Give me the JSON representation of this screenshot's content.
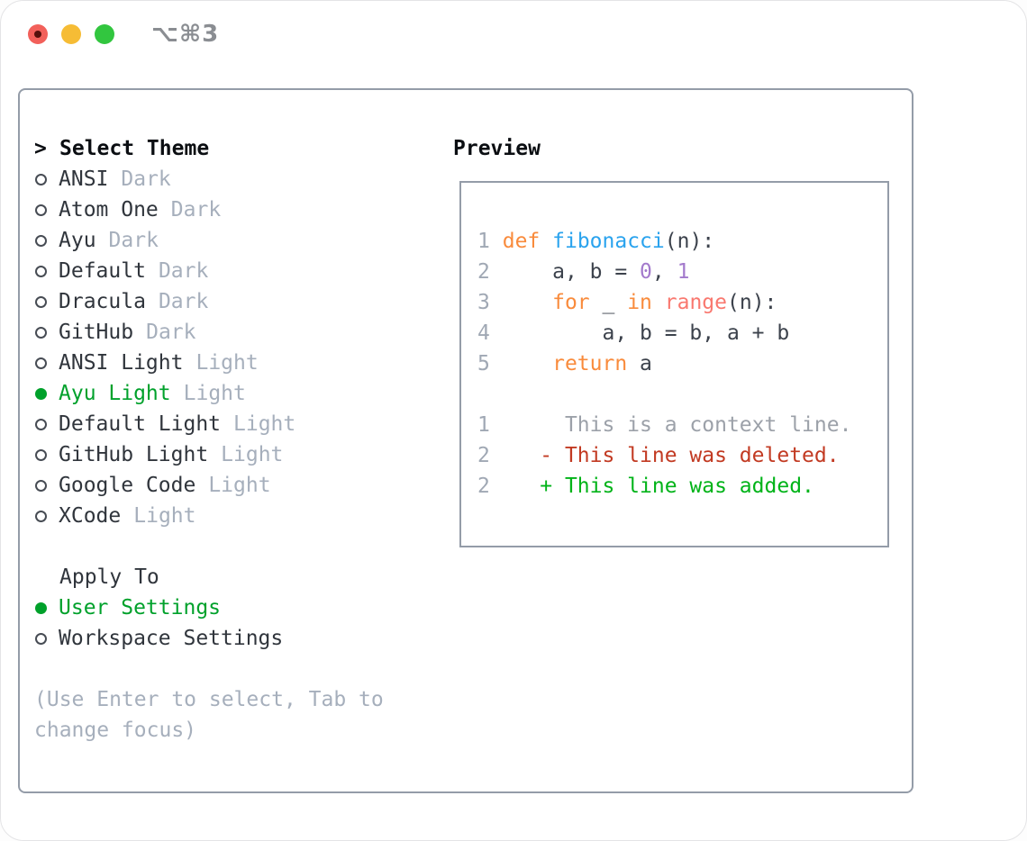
{
  "window": {
    "title": "⌥⌘3"
  },
  "titlebar": {
    "buttons": [
      {
        "name": "close",
        "color": "#F2605A",
        "dot_color": "#55100B"
      },
      {
        "name": "minimize",
        "color": "#F6BC35"
      },
      {
        "name": "zoom",
        "color": "#32C63F"
      }
    ]
  },
  "theme_panel": {
    "header": {
      "prefix": ">",
      "label": "Select Theme"
    },
    "themes": [
      {
        "name": "ANSI",
        "variant": "Dark",
        "selected": false
      },
      {
        "name": "Atom One",
        "variant": "Dark",
        "selected": false
      },
      {
        "name": "Ayu",
        "variant": "Dark",
        "selected": false
      },
      {
        "name": "Default",
        "variant": "Dark",
        "selected": false
      },
      {
        "name": "Dracula",
        "variant": "Dark",
        "selected": false
      },
      {
        "name": "GitHub",
        "variant": "Dark",
        "selected": false
      },
      {
        "name": "ANSI Light",
        "variant": "Light",
        "selected": false
      },
      {
        "name": "Ayu Light",
        "variant": "Light",
        "selected": true
      },
      {
        "name": "Default Light",
        "variant": "Light",
        "selected": false
      },
      {
        "name": "GitHub Light",
        "variant": "Light",
        "selected": false
      },
      {
        "name": "Google Code",
        "variant": "Light",
        "selected": false
      },
      {
        "name": "XCode",
        "variant": "Light",
        "selected": false
      }
    ],
    "apply_to": {
      "label": "Apply To",
      "options": [
        {
          "name": "User Settings",
          "selected": true
        },
        {
          "name": "Workspace Settings",
          "selected": false
        }
      ]
    },
    "help_line1": "(Use Enter to select, Tab to",
    "help_line2": "change focus)"
  },
  "preview": {
    "label": "Preview",
    "lines": [
      {
        "segments": [
          {
            "c": "ln",
            "t": "1"
          },
          {
            "c": "code",
            "t": " "
          },
          {
            "c": "kw",
            "t": "def"
          },
          {
            "c": "code",
            "t": " "
          },
          {
            "c": "fn",
            "t": "fibonacci"
          },
          {
            "c": "code",
            "t": "(n):"
          }
        ]
      },
      {
        "segments": [
          {
            "c": "ln",
            "t": "2"
          },
          {
            "c": "code",
            "t": "     a, b = "
          },
          {
            "c": "num",
            "t": "0"
          },
          {
            "c": "code",
            "t": ", "
          },
          {
            "c": "num",
            "t": "1"
          }
        ]
      },
      {
        "segments": [
          {
            "c": "ln",
            "t": "3"
          },
          {
            "c": "code",
            "t": "     "
          },
          {
            "c": "kw",
            "t": "for"
          },
          {
            "c": "code",
            "t": " _ "
          },
          {
            "c": "kw",
            "t": "in"
          },
          {
            "c": "code",
            "t": " "
          },
          {
            "c": "call",
            "t": "range"
          },
          {
            "c": "code",
            "t": "(n):"
          }
        ]
      },
      {
        "segments": [
          {
            "c": "ln",
            "t": "4"
          },
          {
            "c": "code",
            "t": "         a, b = b, a + b"
          }
        ]
      },
      {
        "segments": [
          {
            "c": "ln",
            "t": "5"
          },
          {
            "c": "code",
            "t": "     "
          },
          {
            "c": "kw",
            "t": "return"
          },
          {
            "c": "code",
            "t": " a"
          }
        ]
      },
      {
        "segments": []
      },
      {
        "segments": [
          {
            "c": "ln",
            "t": "1"
          },
          {
            "c": "ctx",
            "t": "      This is a context line."
          }
        ]
      },
      {
        "segments": [
          {
            "c": "ln",
            "t": "2"
          },
          {
            "c": "del",
            "t": "    - This line was deleted."
          }
        ]
      },
      {
        "segments": [
          {
            "c": "ln",
            "t": "2"
          },
          {
            "c": "add",
            "t": "    + This line was added."
          }
        ]
      }
    ]
  },
  "colors": {
    "accent_green": "#00A12B",
    "ink": "#30353C",
    "header_ink": "#0B0E12",
    "muted_gray": "#A6AFBC",
    "marker_gray": "#474C54",
    "border_gray": "#949CA8",
    "line_number_gray": "#A0A8B4",
    "code_default": "#3C424C",
    "keyword_orange": "#F98B3C",
    "function_blue": "#2AA3EE",
    "number_purple": "#A37ACC",
    "call_coral": "#F9786F",
    "context_gray": "#9CA1A9",
    "deleted_red": "#C23A22",
    "added_green": "#00B318"
  }
}
